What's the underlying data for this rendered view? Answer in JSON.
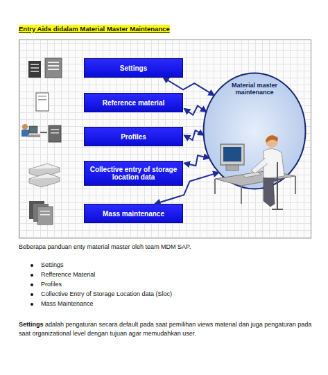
{
  "diagram": {
    "title": "Entry Aids didalam Material Master Maintenance",
    "nodes": [
      {
        "text": [
          "Settings"
        ]
      },
      {
        "text": [
          "Reference material"
        ]
      },
      {
        "text": [
          "Profiles"
        ]
      },
      {
        "text": [
          "Collective entry of storage location data"
        ]
      },
      {
        "text": [
          "Mass maintenance"
        ]
      },
      {
        "text": [
          "Material master maintenance"
        ]
      }
    ],
    "edges": [
      {
        "from": 0,
        "to": 5,
        "arrow": "both"
      },
      {
        "from": 1,
        "to": 5,
        "arrow": "both"
      },
      {
        "from": 2,
        "to": 5,
        "arrow": "both"
      },
      {
        "from": 3,
        "to": 5,
        "arrow": "both"
      },
      {
        "from": 4,
        "to": 5,
        "arrow": "both"
      }
    ],
    "labels": [
      "Beberapa panduan enty material master oleh team MDM SAP.",
      "Settings",
      "Refference Material",
      "Profiles",
      "Collective Entry of Storage Location data (Sloc)",
      "Mass Maintenance",
      "Settings",
      "adalah pengaturan secara default pada saat pemilihan views material dan juga pengaturan pada saat organizational level dengan tujuan agar memudahkan user."
    ]
  }
}
